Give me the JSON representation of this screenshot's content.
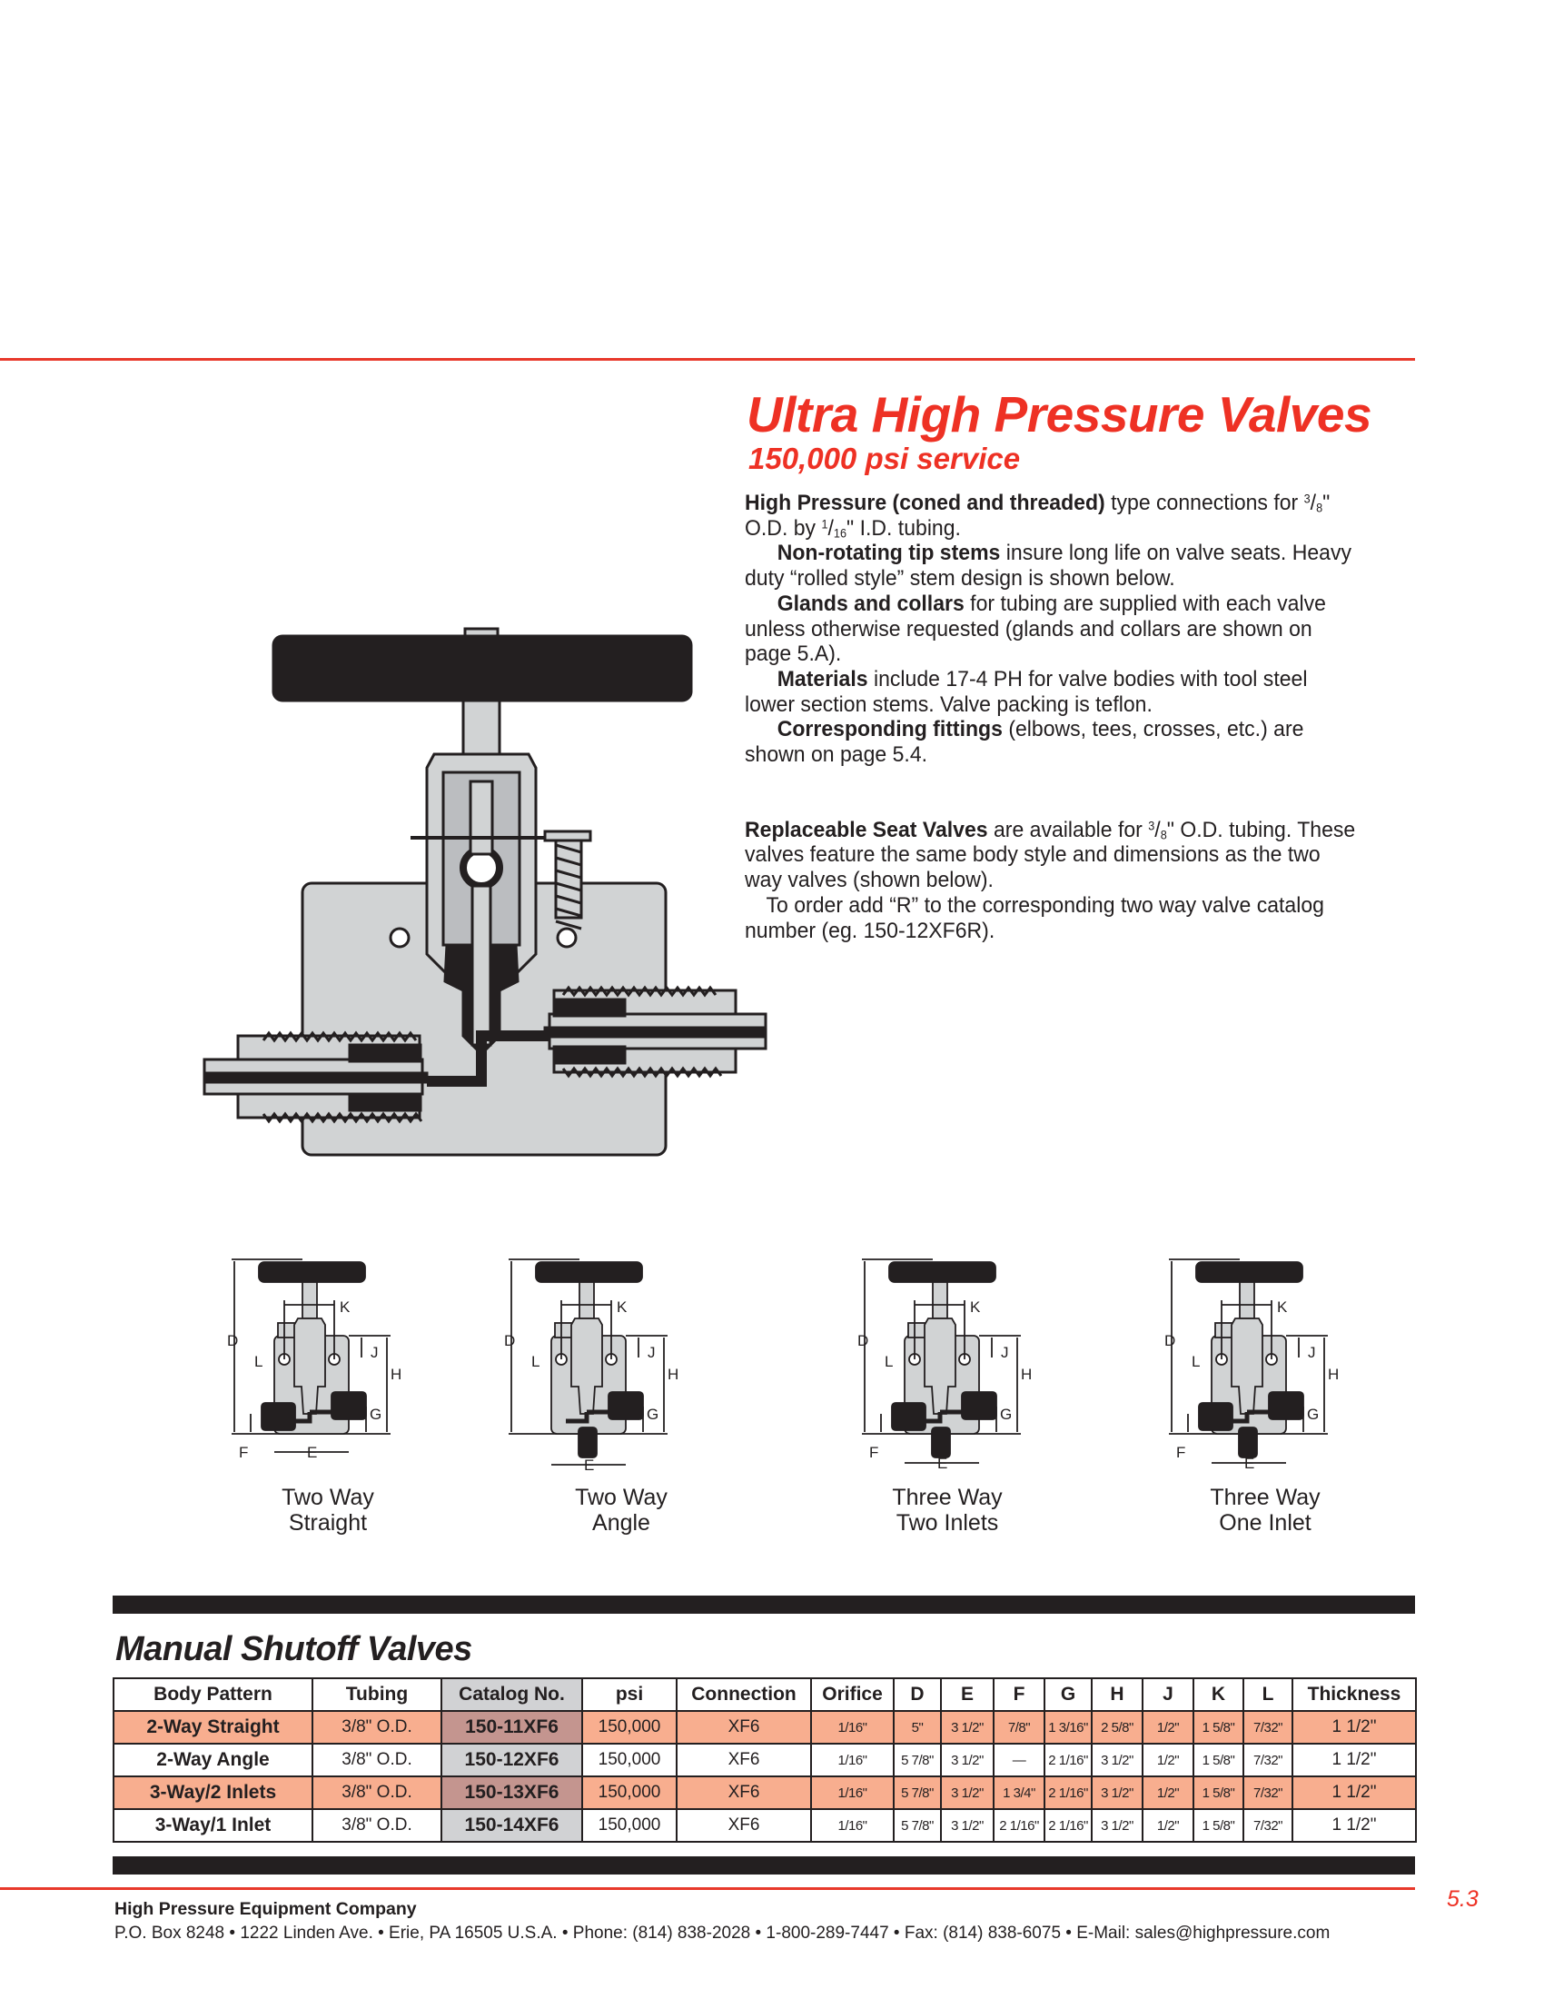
{
  "header": {
    "title": "Ultra High Pressure Valves",
    "subtitle": "150,000 psi service"
  },
  "description": {
    "paragraphs": [
      {
        "indent": false,
        "runs": [
          {
            "b": true,
            "t": "High Pressure (coned and threaded)"
          },
          {
            "b": false,
            "t": " type connections for 3/8\" O.D. by 1/16\" I.D. tubing."
          }
        ]
      },
      {
        "indent": true,
        "runs": [
          {
            "b": true,
            "t": "Non-rotating tip stems"
          },
          {
            "b": false,
            "t": " insure long life on valve seats. Heavy duty “rolled style” stem design is shown below."
          }
        ]
      },
      {
        "indent": true,
        "runs": [
          {
            "b": true,
            "t": "Glands and collars"
          },
          {
            "b": false,
            "t": " for tubing are supplied with each valve unless otherwise requested (glands and collars are shown on page 5.A)."
          }
        ]
      },
      {
        "indent": true,
        "runs": [
          {
            "b": true,
            "t": "Materials"
          },
          {
            "b": false,
            "t": " include 17-4 PH for valve bodies with tool steel lower section stems. Valve packing is teflon."
          }
        ]
      },
      {
        "indent": true,
        "runs": [
          {
            "b": true,
            "t": "Corresponding fittings"
          },
          {
            "b": false,
            "t": " (elbows, tees, crosses, etc.) are shown on page 5.4."
          }
        ]
      }
    ],
    "replaceable": [
      {
        "indent": false,
        "runs": [
          {
            "b": true,
            "t": "Replaceable Seat Valves"
          },
          {
            "b": false,
            "t": " are available for 3/8\" O.D. tubing. These valves feature the same body style and dimensions as the two way valves (shown below)."
          }
        ]
      },
      {
        "indent": true,
        "runs": [
          {
            "b": false,
            "t": "To order add “R” to the corresponding two way valve catalog number (eg. 150-12XF6R)."
          }
        ]
      }
    ]
  },
  "dimension_labels": {
    "D": "D",
    "E": "E",
    "F": "F",
    "G": "G",
    "H": "H",
    "J": "J",
    "K": "K",
    "L": "L"
  },
  "diagrams": [
    {
      "line1": "Two Way",
      "line2": "Straight"
    },
    {
      "line1": "Two Way",
      "line2": "Angle"
    },
    {
      "line1": "Three Way",
      "line2": "Two Inlets"
    },
    {
      "line1": "Three Way",
      "line2": "One Inlet"
    }
  ],
  "table": {
    "title": "Manual Shutoff Valves",
    "columns": [
      "Body Pattern",
      "Tubing",
      "Catalog No.",
      "psi",
      "Connection",
      "Orifice",
      "D",
      "E",
      "F",
      "G",
      "H",
      "J",
      "K",
      "L",
      "Thickness"
    ],
    "rows": [
      [
        "2-Way Straight",
        "3/8\" O.D.",
        "150-11XF6",
        "150,000",
        "XF6",
        "1/16\"",
        "5\"",
        "3 1/2\"",
        "7/8\"",
        "1 3/16\"",
        "2 5/8\"",
        "1/2\"",
        "1 5/8\"",
        "7/32\"",
        "1 1/2\""
      ],
      [
        "2-Way Angle",
        "3/8\" O.D.",
        "150-12XF6",
        "150,000",
        "XF6",
        "1/16\"",
        "5 7/8\"",
        "3 1/2\"",
        "—",
        "2 1/16\"",
        "3 1/2\"",
        "1/2\"",
        "1 5/8\"",
        "7/32\"",
        "1 1/2\""
      ],
      [
        "3-Way/2 Inlets",
        "3/8\" O.D.",
        "150-13XF6",
        "150,000",
        "XF6",
        "1/16\"",
        "5 7/8\"",
        "3 1/2\"",
        "1 3/4\"",
        "2 1/16\"",
        "3 1/2\"",
        "1/2\"",
        "1 5/8\"",
        "7/32\"",
        "1 1/2\""
      ],
      [
        "3-Way/1 Inlet",
        "3/8\" O.D.",
        "150-14XF6",
        "150,000",
        "XF6",
        "1/16\"",
        "5 7/8\"",
        "3 1/2\"",
        "2 1/16\"",
        "2 1/16\"",
        "3 1/2\"",
        "1/2\"",
        "1 5/8\"",
        "7/32\"",
        "1 1/2\""
      ]
    ],
    "highlighted_rows": [
      0,
      2
    ]
  },
  "footer": {
    "page_number": "5.3",
    "company": "High Pressure Equipment Company",
    "address": "P.O. Box 8248  •  1222 Linden Ave.  •  Erie, PA 16505  U.S.A.  •  Phone: (814) 838-2028  •  1-800-289-7447  •  Fax: (814) 838-6075  •  E-Mail: sales@highpressure.com"
  },
  "colors": {
    "accent_red": "#ee3124",
    "row_highlight": "#f8ae8f",
    "catalog_column": "#d1d2d4",
    "valve_body": "#d1d3d4"
  }
}
